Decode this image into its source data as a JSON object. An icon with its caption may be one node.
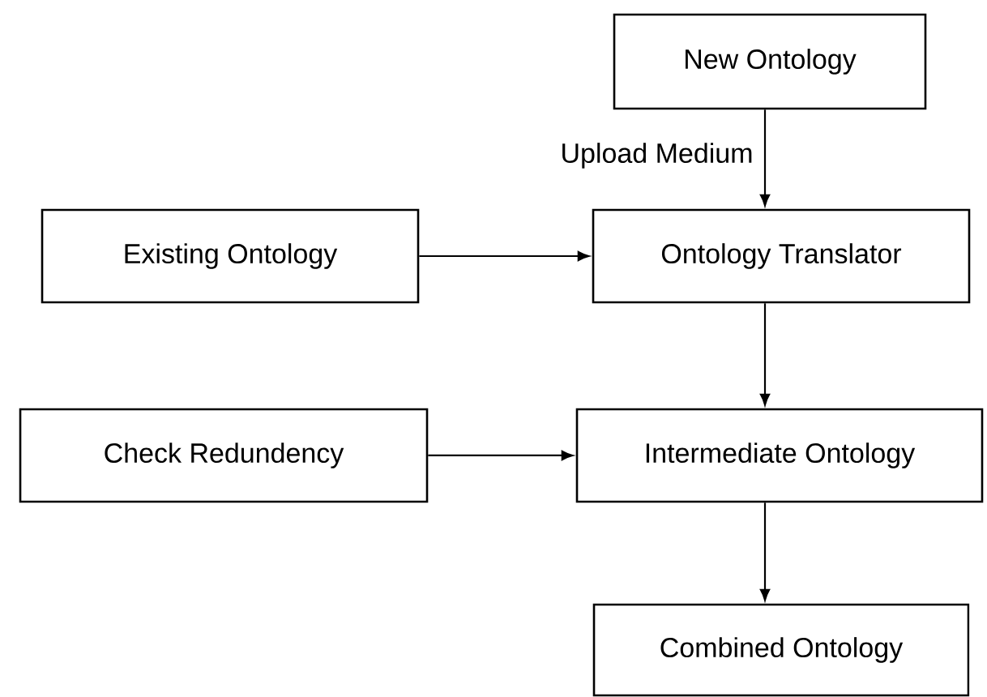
{
  "diagram": {
    "nodes": [
      {
        "text": [
          "New Ontology"
        ]
      },
      {
        "text": [
          "Existing Ontology"
        ]
      },
      {
        "text": [
          "Ontology Translator"
        ]
      },
      {
        "text": [
          "Check Redundency"
        ]
      },
      {
        "text": [
          "Intermediate Ontology"
        ]
      },
      {
        "text": [
          "Combined Ontology"
        ]
      }
    ],
    "edges": [
      {
        "from": 0,
        "to": 2,
        "arrow": "to",
        "label": "Upload Medium"
      },
      {
        "from": 1,
        "to": 2,
        "arrow": "to"
      },
      {
        "from": 2,
        "to": 4,
        "arrow": "to"
      },
      {
        "from": 3,
        "to": 4,
        "arrow": "to"
      },
      {
        "from": 4,
        "to": 5,
        "arrow": "to"
      }
    ]
  }
}
